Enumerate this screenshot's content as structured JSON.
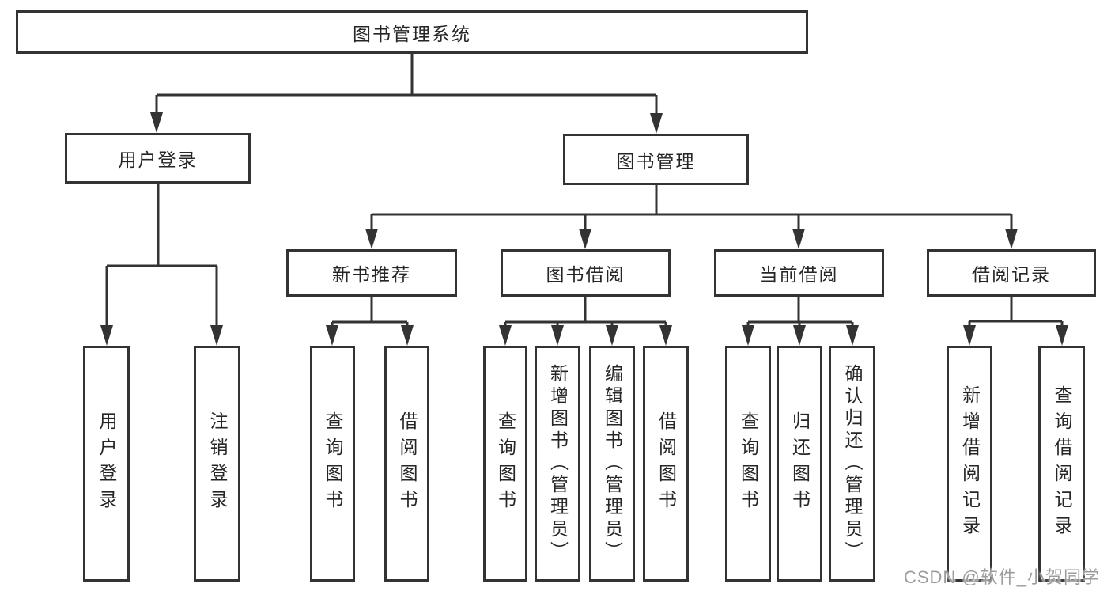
{
  "diagram_title": "图书管理系统",
  "tree": {
    "label": "图书管理系统",
    "children": [
      {
        "label": "用户登录",
        "children": [
          {
            "label": "用户登录"
          },
          {
            "label": "注销登录"
          }
        ]
      },
      {
        "label": "图书管理",
        "children": [
          {
            "label": "新书推荐",
            "children": [
              {
                "label": "查询图书"
              },
              {
                "label": "借阅图书"
              }
            ]
          },
          {
            "label": "图书借阅",
            "children": [
              {
                "label": "查询图书"
              },
              {
                "label": "新增图书（管理员）"
              },
              {
                "label": "编辑图书（管理员）"
              },
              {
                "label": "借阅图书"
              }
            ]
          },
          {
            "label": "当前借阅",
            "children": [
              {
                "label": "查询图书"
              },
              {
                "label": "归还图书"
              },
              {
                "label": "确认归还（管理员）"
              }
            ]
          },
          {
            "label": "借阅记录",
            "children": [
              {
                "label": "新增借阅记录"
              },
              {
                "label": "查询借阅记录"
              }
            ]
          }
        ]
      }
    ]
  },
  "watermark": {
    "text": "CSDN @软件_小贺同学"
  },
  "colors": {
    "line": "#333333",
    "box_border": "#333333",
    "box_fill": "#ffffff",
    "text": "#262626",
    "watermark": "#9c9c9c",
    "background": "#ffffff"
  }
}
